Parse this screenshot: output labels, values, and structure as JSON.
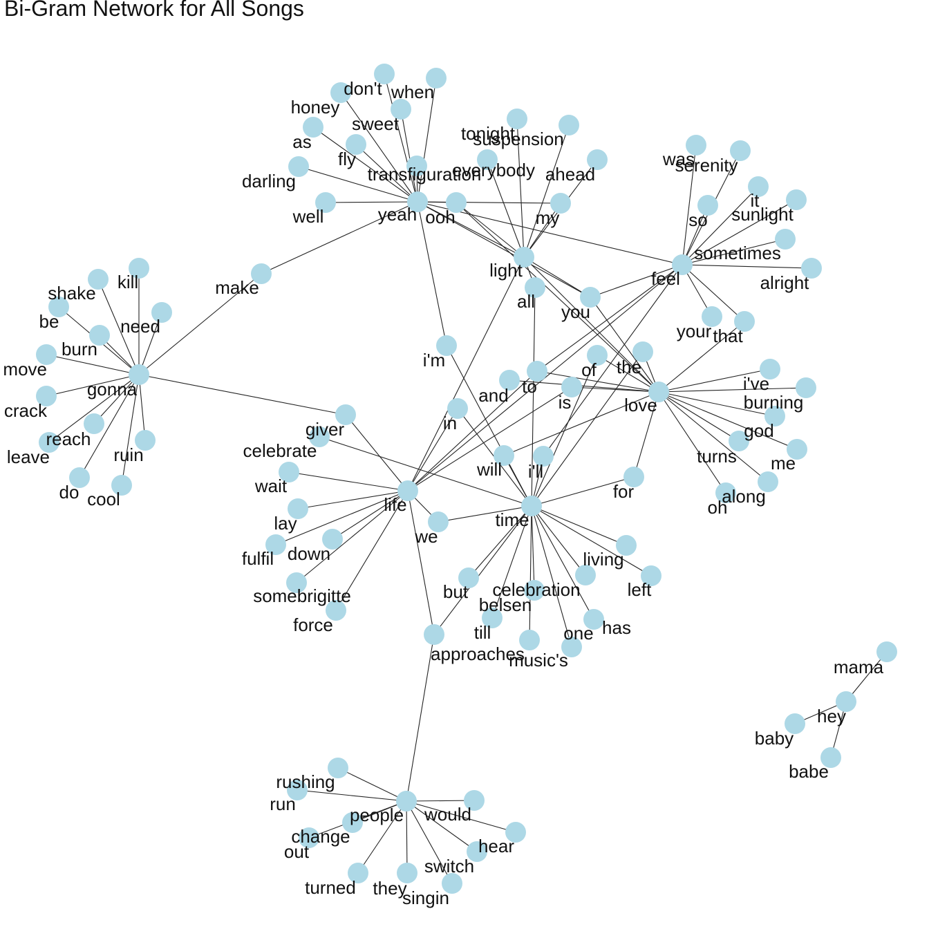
{
  "title": "Bi-Gram Network for All Songs",
  "colors": {
    "node": "#add8e6",
    "edge": "#222222",
    "text": "#111111",
    "background": "#ffffff"
  },
  "nodes": [
    "yeah",
    "light",
    "feel",
    "love",
    "gonna",
    "life",
    "time",
    "people",
    "hey",
    "don't",
    "when",
    "honey",
    "sweet",
    "as",
    "fly",
    "darling",
    "well",
    "transfiguration",
    "ooh",
    "tonight",
    "suspension",
    "everybody",
    "ahead",
    "my",
    "make",
    "all",
    "you",
    "i'm",
    "was",
    "serenity",
    "so",
    "it",
    "sunlight",
    "sometimes",
    "alright",
    "your",
    "that",
    "the",
    "of",
    "to",
    "and",
    "is",
    "i've",
    "burning",
    "god",
    "turns",
    "me",
    "along",
    "oh",
    "for",
    "in",
    "will",
    "i'll",
    "kill",
    "shake",
    "be",
    "need",
    "burn",
    "move",
    "crack",
    "reach",
    "leave",
    "ruin",
    "do",
    "cool",
    "giver",
    "celebrate",
    "wait",
    "lay",
    "fulfil",
    "down",
    "somebrigitte",
    "force",
    "we",
    "but",
    "celebration",
    "belsen",
    "till",
    "approaches",
    "music's",
    "one",
    "has",
    "living",
    "left",
    "rushing",
    "run",
    "would",
    "change",
    "out",
    "hear",
    "switch",
    "turned",
    "they",
    "singin",
    "mama",
    "baby",
    "babe"
  ],
  "edges": [
    [
      "yeah",
      "don't"
    ],
    [
      "yeah",
      "when"
    ],
    [
      "yeah",
      "honey"
    ],
    [
      "yeah",
      "sweet"
    ],
    [
      "yeah",
      "as"
    ],
    [
      "yeah",
      "fly"
    ],
    [
      "yeah",
      "darling"
    ],
    [
      "yeah",
      "well"
    ],
    [
      "yeah",
      "transfiguration"
    ],
    [
      "yeah",
      "ooh"
    ],
    [
      "yeah",
      "my"
    ],
    [
      "yeah",
      "make"
    ],
    [
      "yeah",
      "light"
    ],
    [
      "yeah",
      "you"
    ],
    [
      "yeah",
      "i'm"
    ],
    [
      "yeah",
      "feel"
    ],
    [
      "light",
      "tonight"
    ],
    [
      "light",
      "suspension"
    ],
    [
      "light",
      "everybody"
    ],
    [
      "light",
      "ahead"
    ],
    [
      "light",
      "my"
    ],
    [
      "light",
      "all"
    ],
    [
      "light",
      "ooh"
    ],
    [
      "light",
      "you"
    ],
    [
      "light",
      "love"
    ],
    [
      "light",
      "life"
    ],
    [
      "feel",
      "was"
    ],
    [
      "feel",
      "serenity"
    ],
    [
      "feel",
      "so"
    ],
    [
      "feel",
      "it"
    ],
    [
      "feel",
      "sunlight"
    ],
    [
      "feel",
      "sometimes"
    ],
    [
      "feel",
      "alright"
    ],
    [
      "feel",
      "your"
    ],
    [
      "feel",
      "that"
    ],
    [
      "feel",
      "you"
    ],
    [
      "feel",
      "to"
    ],
    [
      "feel",
      "life"
    ],
    [
      "feel",
      "i'll"
    ],
    [
      "love",
      "the"
    ],
    [
      "love",
      "of"
    ],
    [
      "love",
      "to"
    ],
    [
      "love",
      "and"
    ],
    [
      "love",
      "is"
    ],
    [
      "love",
      "i've"
    ],
    [
      "love",
      "burning"
    ],
    [
      "love",
      "god"
    ],
    [
      "love",
      "turns"
    ],
    [
      "love",
      "me"
    ],
    [
      "love",
      "along"
    ],
    [
      "love",
      "oh"
    ],
    [
      "love",
      "for"
    ],
    [
      "love",
      "will"
    ],
    [
      "love",
      "that"
    ],
    [
      "love",
      "you"
    ],
    [
      "love",
      "ooh"
    ],
    [
      "gonna",
      "kill"
    ],
    [
      "gonna",
      "shake"
    ],
    [
      "gonna",
      "be"
    ],
    [
      "gonna",
      "need"
    ],
    [
      "gonna",
      "burn"
    ],
    [
      "gonna",
      "move"
    ],
    [
      "gonna",
      "crack"
    ],
    [
      "gonna",
      "reach"
    ],
    [
      "gonna",
      "leave"
    ],
    [
      "gonna",
      "ruin"
    ],
    [
      "gonna",
      "do"
    ],
    [
      "gonna",
      "cool"
    ],
    [
      "gonna",
      "make"
    ],
    [
      "gonna",
      "giver"
    ],
    [
      "life",
      "giver"
    ],
    [
      "life",
      "wait"
    ],
    [
      "life",
      "lay"
    ],
    [
      "life",
      "fulfil"
    ],
    [
      "life",
      "down"
    ],
    [
      "life",
      "somebrigitte"
    ],
    [
      "life",
      "force"
    ],
    [
      "life",
      "we"
    ],
    [
      "life",
      "approaches"
    ],
    [
      "life",
      "in"
    ],
    [
      "life",
      "to"
    ],
    [
      "life",
      "is"
    ],
    [
      "time",
      "we"
    ],
    [
      "time",
      "but"
    ],
    [
      "time",
      "celebration"
    ],
    [
      "time",
      "belsen"
    ],
    [
      "time",
      "till"
    ],
    [
      "time",
      "approaches"
    ],
    [
      "time",
      "music's"
    ],
    [
      "time",
      "one"
    ],
    [
      "time",
      "has"
    ],
    [
      "time",
      "living"
    ],
    [
      "time",
      "left"
    ],
    [
      "time",
      "for"
    ],
    [
      "time",
      "i'll"
    ],
    [
      "time",
      "will"
    ],
    [
      "time",
      "i'm"
    ],
    [
      "time",
      "all"
    ],
    [
      "time",
      "celebrate"
    ],
    [
      "time",
      "in"
    ],
    [
      "time",
      "of"
    ],
    [
      "time",
      "the"
    ],
    [
      "people",
      "approaches"
    ],
    [
      "people",
      "rushing"
    ],
    [
      "people",
      "run"
    ],
    [
      "people",
      "would"
    ],
    [
      "people",
      "change"
    ],
    [
      "people",
      "out"
    ],
    [
      "people",
      "hear"
    ],
    [
      "people",
      "switch"
    ],
    [
      "people",
      "turned"
    ],
    [
      "people",
      "they"
    ],
    [
      "people",
      "singin"
    ],
    [
      "hey",
      "mama"
    ],
    [
      "hey",
      "baby"
    ],
    [
      "hey",
      "babe"
    ]
  ]
}
